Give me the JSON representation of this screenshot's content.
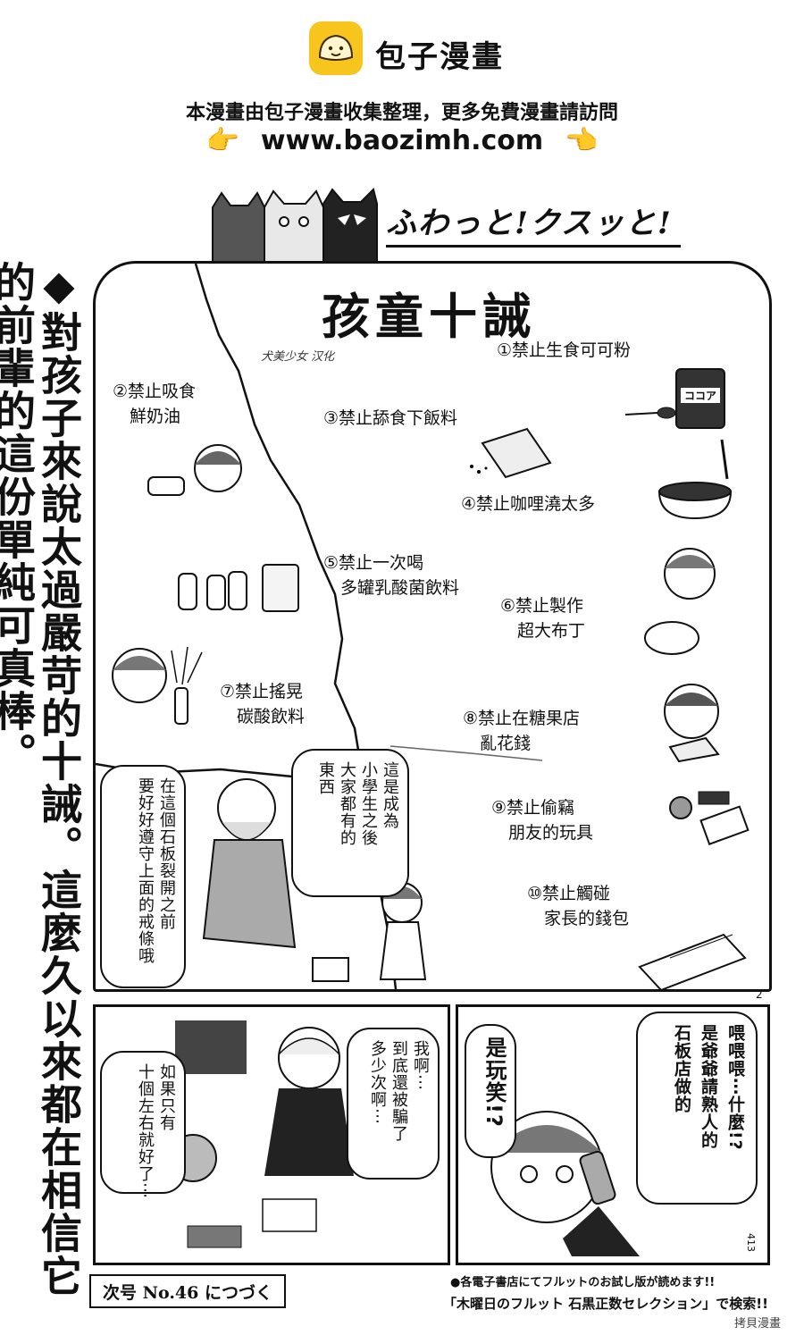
{
  "header": {
    "brand": "包子漫畫",
    "notice": "本漫畫由包子漫畫收集整理，更多免費漫畫請訪問",
    "url": "www.baozimh.com",
    "hand_icon": "pointing-hand-icon",
    "accent": "#f7c51e"
  },
  "series_title": "ふわっと!クスッと!",
  "side_caption": "◆對孩子來說太過嚴苛的十誡。這麼久以來都在相信它的前輩的這份單純可真棒。",
  "tablet": {
    "title": "孩童十誡",
    "credit": "犬美少女 汉化",
    "canister_label": "ココア",
    "rules": [
      "①禁止生食可可粉",
      "②禁止吸食\n　鮮奶油",
      "③禁止舔食下飯料",
      "④禁止咖哩澆太多",
      "⑤禁止一次喝\n　多罐乳酸菌飲料",
      "⑥禁止製作\n　超大布丁",
      "⑦禁止搖晃\n　碳酸飲料",
      "⑧禁止在糖果店\n　亂花錢",
      "⑨禁止偷竊\n　朋友的玩具",
      "⑩禁止觸碰\n　家長的錢包"
    ],
    "bubble_elder": "在這個石板裂開之前\n要好好遵守上面的戒條哦",
    "bubble_rule_intro": "這是成為\n小學生之後\n大家都有的\n東西"
  },
  "page_number": "2",
  "bottom": {
    "bubble_wish": "如果只有\n十個左右就好了⋯",
    "bubble_fooled": "我啊⋯\n到底還被騙了\n多少次啊⋯",
    "bubble_joke": "是玩笑!?",
    "bubble_phone": "喂喂喂⋯什麼!?\n是爺爺請熟人的\n石板店做的"
  },
  "footer": {
    "next_issue": "次号 No.46 につづく",
    "trial_notice": "●各電子書店にてフルットのお試し版が読めます!!",
    "trial_title": "「木曜日のフルット 石黒正数セレクション」で検索!!",
    "side_number": "413",
    "watermark": "拷貝漫畫"
  }
}
